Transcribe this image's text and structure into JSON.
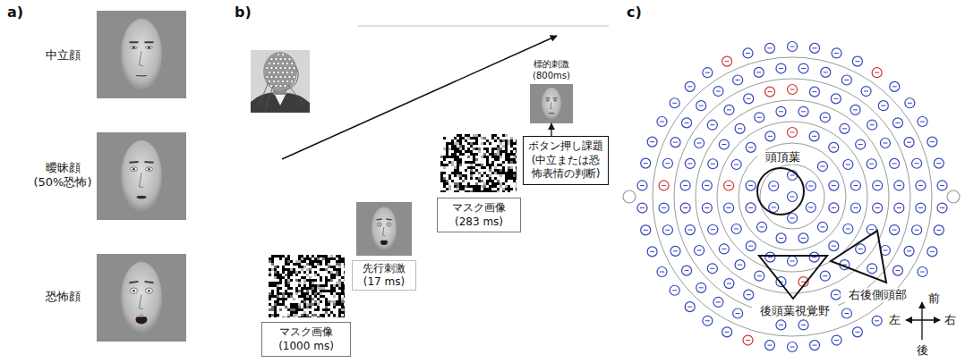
{
  "diagram": {
    "nodes": [
      {
        "text": [
          "マスク画像 (1000 ms)"
        ]
      },
      {
        "text": [
          "先行刺激 (17 ms)"
        ]
      },
      {
        "text": [
          "マスク画像 (283 ms)"
        ]
      },
      {
        "text": [
          "標的刺激 (800ms)"
        ]
      },
      {
        "text": [
          "ボタン押し課題 (中立または恐怖表情の判断)"
        ]
      }
    ],
    "edges": [
      {
        "from": 4,
        "to": 3,
        "arrow": "to"
      }
    ],
    "labels": [
      "a)",
      "中立顔",
      "曖昧顔 (50%恐怖)",
      "恐怖顔",
      "b)",
      "c)",
      "頭頂葉",
      "後頭葉視覚野",
      "右後側頭部",
      "前",
      "左",
      "右",
      "後"
    ]
  }
}
